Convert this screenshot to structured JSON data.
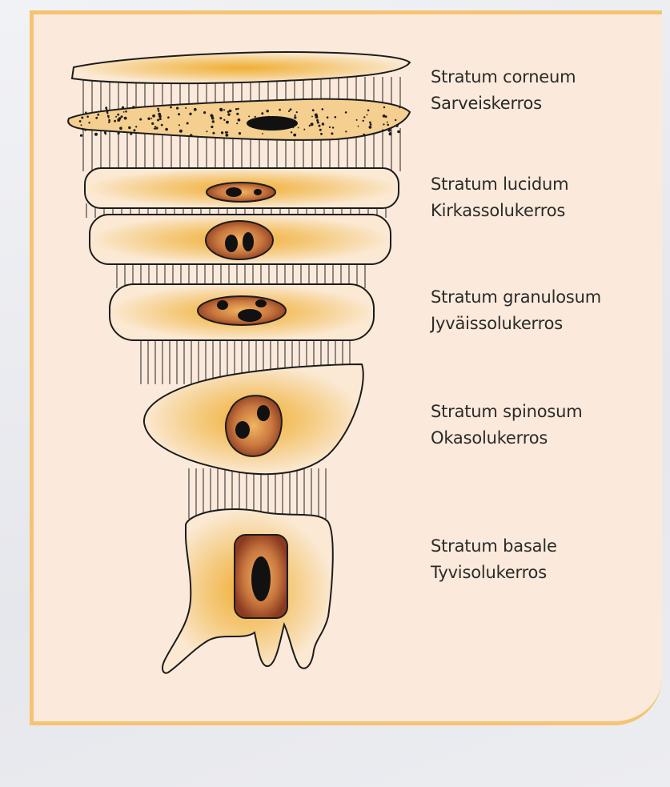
{
  "layers": [
    {
      "latin": "Stratum corneum",
      "finnish": "Sarveiskerros"
    },
    {
      "latin": "Stratum lucidum",
      "finnish": "Kirkassolukerros"
    },
    {
      "latin": "Stratum granulosum",
      "finnish": "Jyväissolukerros"
    },
    {
      "latin": "Stratum spinosum",
      "finnish": "Okasolukerros"
    },
    {
      "latin": "Stratum basale",
      "finnish": "Tyvisolukerros"
    }
  ],
  "colors": {
    "panel": "#fbeadb",
    "border": "#f3c473",
    "cell_fill": "#f6d9a8",
    "cell_glow": "#f2b53c",
    "nucleus_ring": "#a0502e",
    "nucleus_core": "#1a0f0a"
  }
}
